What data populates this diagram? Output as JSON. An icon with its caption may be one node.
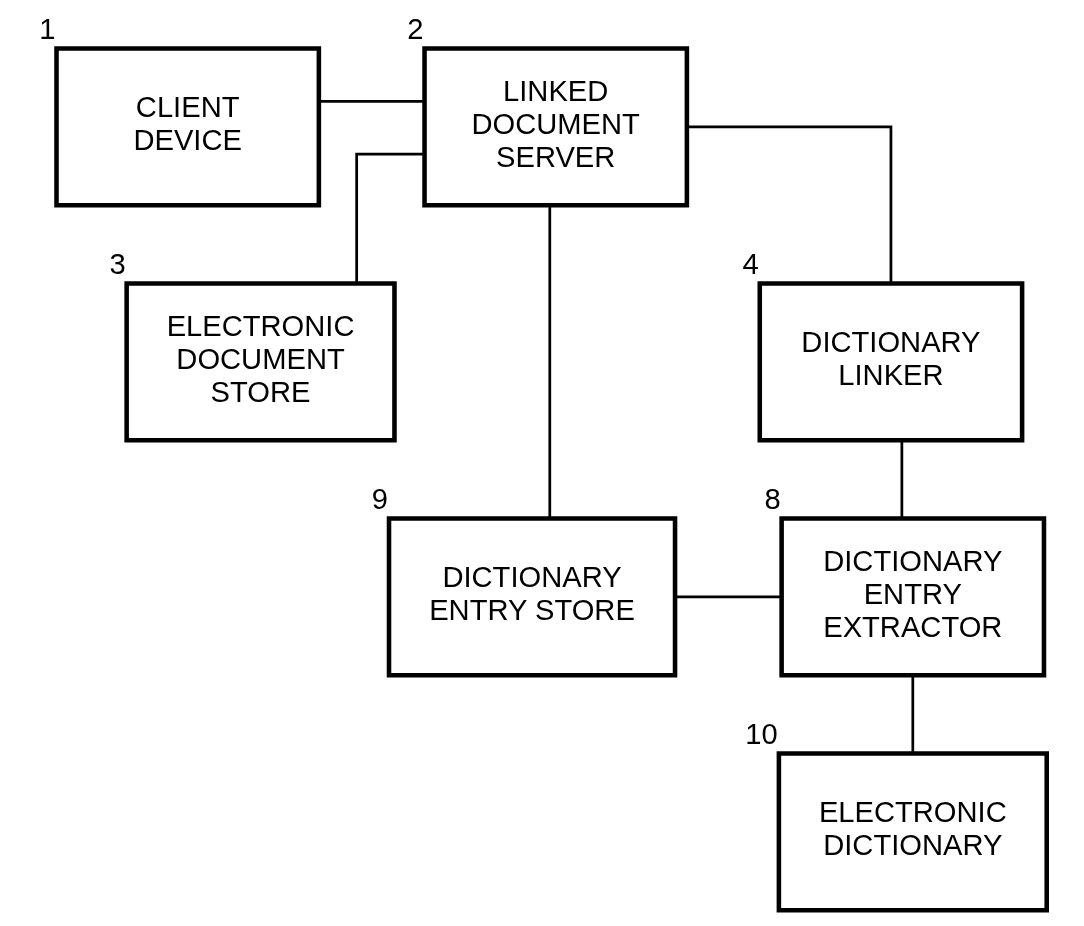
{
  "diagram": {
    "nodes": [
      {
        "text": [
          "CLIENT DEVICE"
        ],
        "beside": [
          "1"
        ]
      },
      {
        "text": [
          "LINKED DOCUMENT SERVER"
        ],
        "beside": [
          "2"
        ]
      },
      {
        "text": [
          "ELECTRONIC DOCUMENT STORE"
        ],
        "beside": [
          "3"
        ]
      },
      {
        "text": [
          "DICTIONARY LINKER"
        ],
        "beside": [
          "4"
        ]
      },
      {
        "text": [
          "DICTIONARY ENTRY STORE"
        ],
        "beside": [
          "9"
        ]
      },
      {
        "text": [
          "DICTIONARY ENTRY EXTRACTOR"
        ],
        "beside": [
          "8"
        ]
      },
      {
        "text": [
          "ELECTRONIC DICTIONARY"
        ],
        "beside": [
          "10"
        ]
      }
    ],
    "edges": [
      {
        "from": 0,
        "to": 1,
        "arrow": "none"
      },
      {
        "from": 1,
        "to": 2,
        "arrow": "none"
      },
      {
        "from": 1,
        "to": 4,
        "arrow": "none"
      },
      {
        "from": 1,
        "to": 3,
        "arrow": "none"
      },
      {
        "from": 3,
        "to": 5,
        "arrow": "none"
      },
      {
        "from": 4,
        "to": 5,
        "arrow": "none"
      },
      {
        "from": 5,
        "to": 6,
        "arrow": "none"
      }
    ]
  }
}
